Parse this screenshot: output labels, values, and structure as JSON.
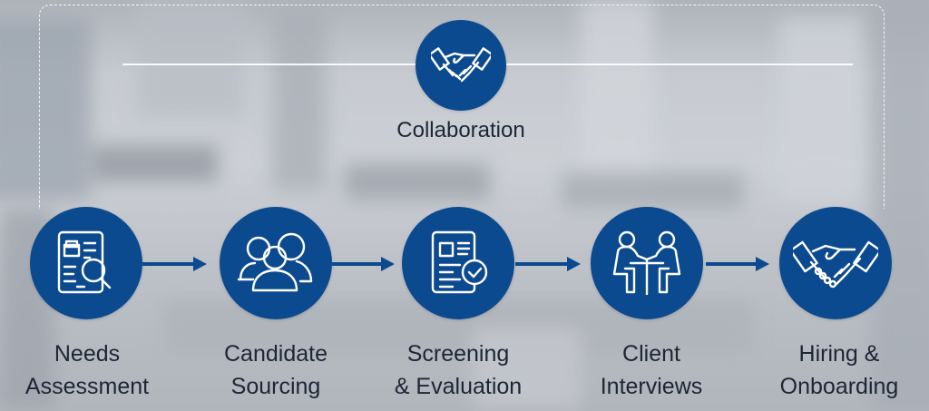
{
  "diagram": {
    "type": "process-flow",
    "accent_color": "#0c4a90",
    "text_color": "#1c2636",
    "collaboration": {
      "label": "Collaboration",
      "icon": "handshake-icon"
    },
    "steps": [
      {
        "label_line1": "Needs",
        "label_line2": "Assessment",
        "icon": "document-search-icon"
      },
      {
        "label_line1": "Candidate",
        "label_line2": "Sourcing",
        "icon": "people-group-icon"
      },
      {
        "label_line1": "Screening",
        "label_line2": "& Evaluation",
        "icon": "document-check-icon"
      },
      {
        "label_line1": "Client",
        "label_line2": "Interviews",
        "icon": "meeting-table-icon"
      },
      {
        "label_line1": "Hiring &",
        "label_line2": "Onboarding",
        "icon": "handshake-icon"
      }
    ],
    "arrows": [
      "Needs Assessment → Candidate Sourcing",
      "Candidate Sourcing → Screening & Evaluation",
      "Screening & Evaluation → Client Interviews",
      "Client Interviews → Hiring & Onboarding"
    ]
  }
}
